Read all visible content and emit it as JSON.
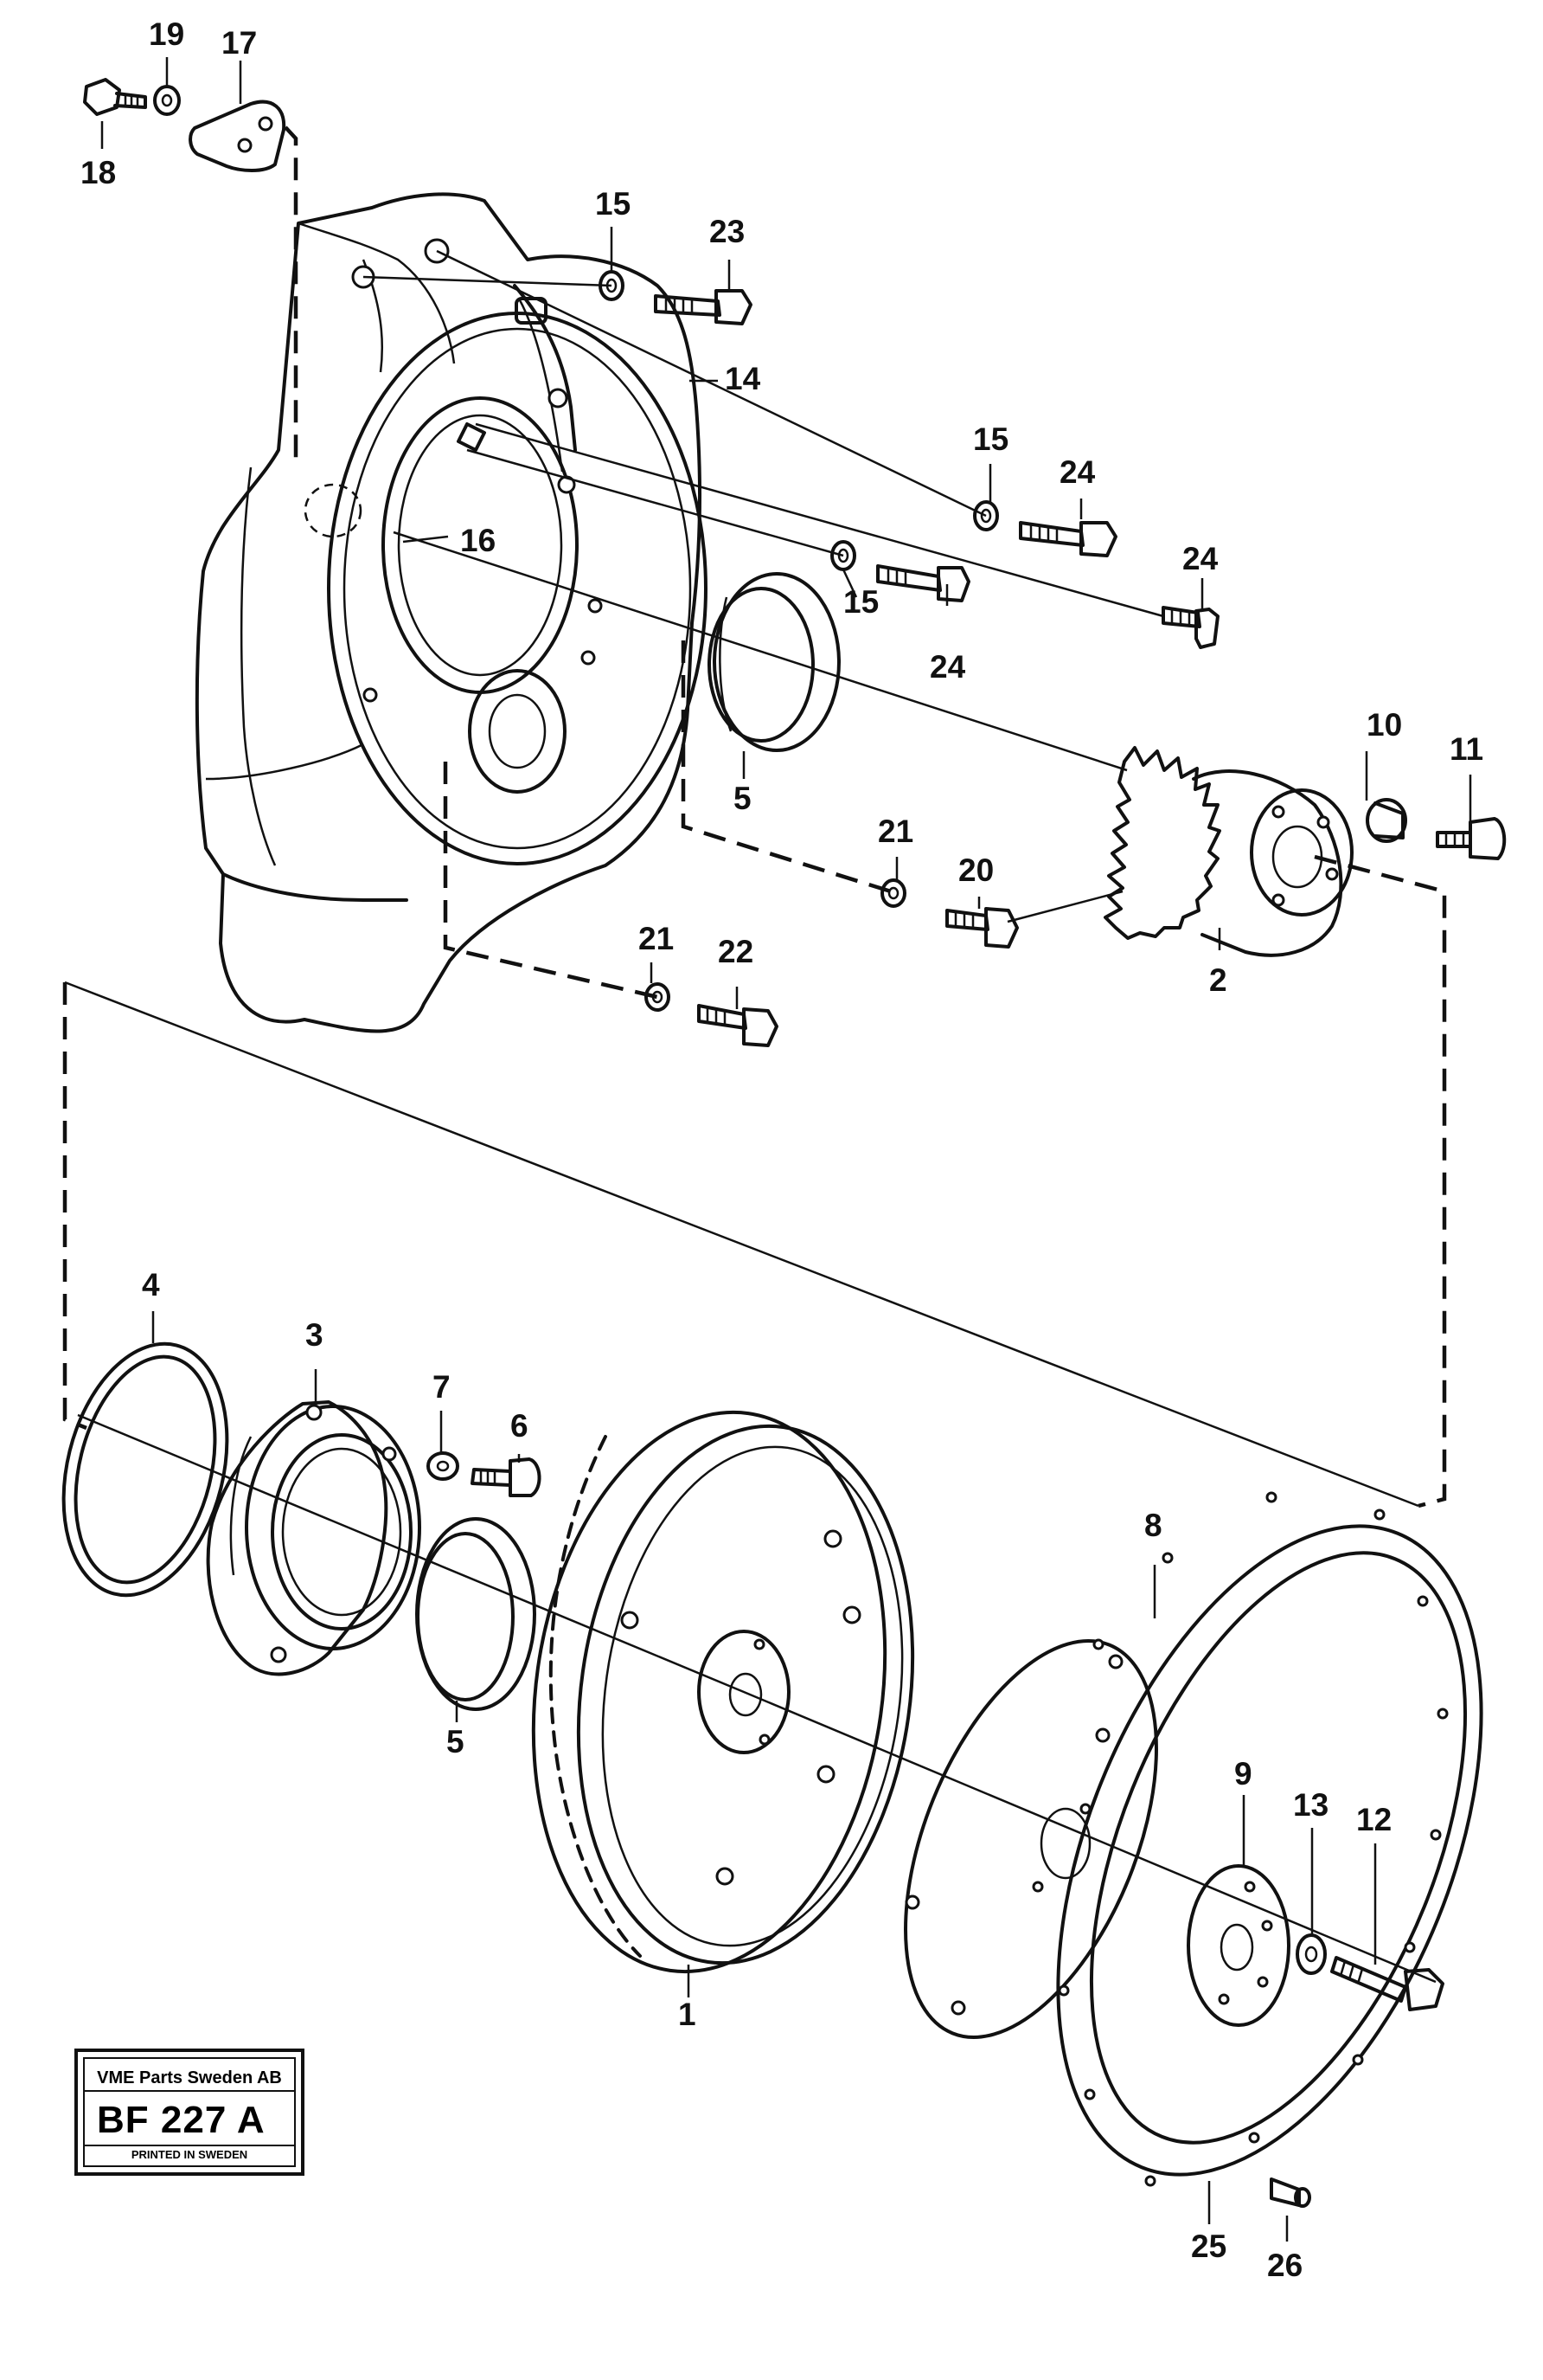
{
  "callouts": {
    "c1": "1",
    "c2": "2",
    "c3": "3",
    "c4": "4",
    "c5a": "5",
    "c5b": "5",
    "c6": "6",
    "c7": "7",
    "c8": "8",
    "c9": "9",
    "c10": "10",
    "c11": "11",
    "c12": "12",
    "c13": "13",
    "c14": "14",
    "c15a": "15",
    "c15b": "15",
    "c15c": "15",
    "c16": "16",
    "c17": "17",
    "c18": "18",
    "c19": "19",
    "c20": "20",
    "c21a": "21",
    "c21b": "21",
    "c22": "22",
    "c23": "23",
    "c24a": "24",
    "c24b": "24",
    "c24c": "24",
    "c25": "25",
    "c26": "26"
  },
  "stamp": {
    "company": "VME Parts Sweden AB",
    "code": "BF 227 A",
    "printed": "PRINTED IN SWEDEN"
  },
  "colors": {
    "ink": "#111111",
    "paper": "#ffffff"
  }
}
